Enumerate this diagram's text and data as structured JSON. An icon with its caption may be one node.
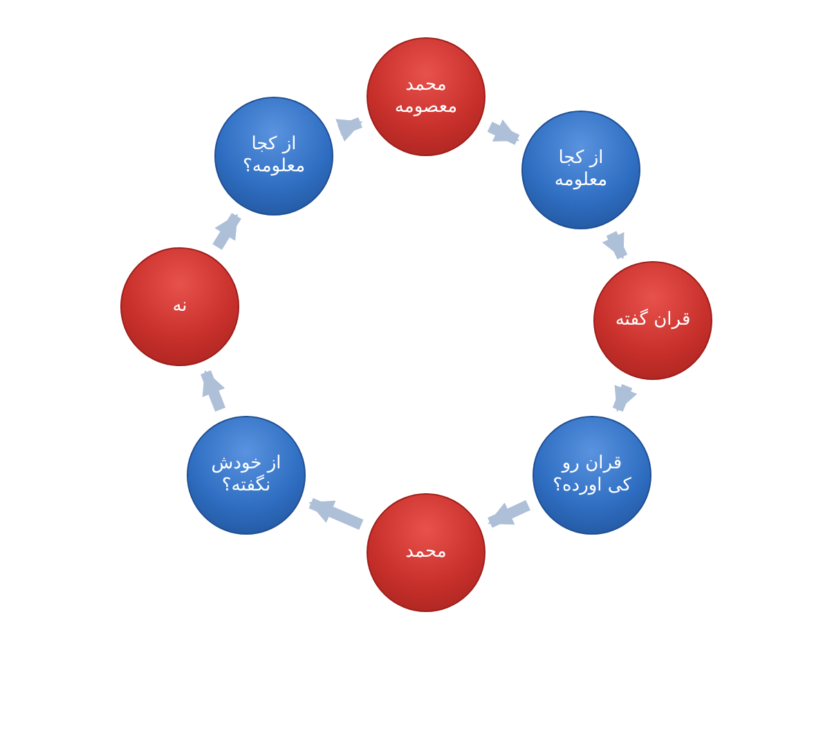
{
  "diagram": {
    "nodes": [
      {
        "text": [
          "محمد معصومه"
        ]
      },
      {
        "text": [
          "از کجا معلومه"
        ]
      },
      {
        "text": [
          "قران گفته"
        ]
      },
      {
        "text": [
          "قران رو کی اورده؟"
        ]
      },
      {
        "text": [
          "محمد"
        ]
      },
      {
        "text": [
          "از خودش نگفته؟"
        ]
      },
      {
        "text": [
          "نه"
        ]
      },
      {
        "text": [
          "از کجا معلومه؟"
        ]
      }
    ],
    "edges": [
      {
        "from": 0,
        "to": 1,
        "arrow": "to"
      },
      {
        "from": 1,
        "to": 2,
        "arrow": "to"
      },
      {
        "from": 2,
        "to": 3,
        "arrow": "to"
      },
      {
        "from": 3,
        "to": 4,
        "arrow": "to"
      },
      {
        "from": 4,
        "to": 5,
        "arrow": "to"
      },
      {
        "from": 5,
        "to": 6,
        "arrow": "to"
      },
      {
        "from": 6,
        "to": 7,
        "arrow": "to"
      },
      {
        "from": 7,
        "to": 0,
        "arrow": "to"
      }
    ]
  }
}
